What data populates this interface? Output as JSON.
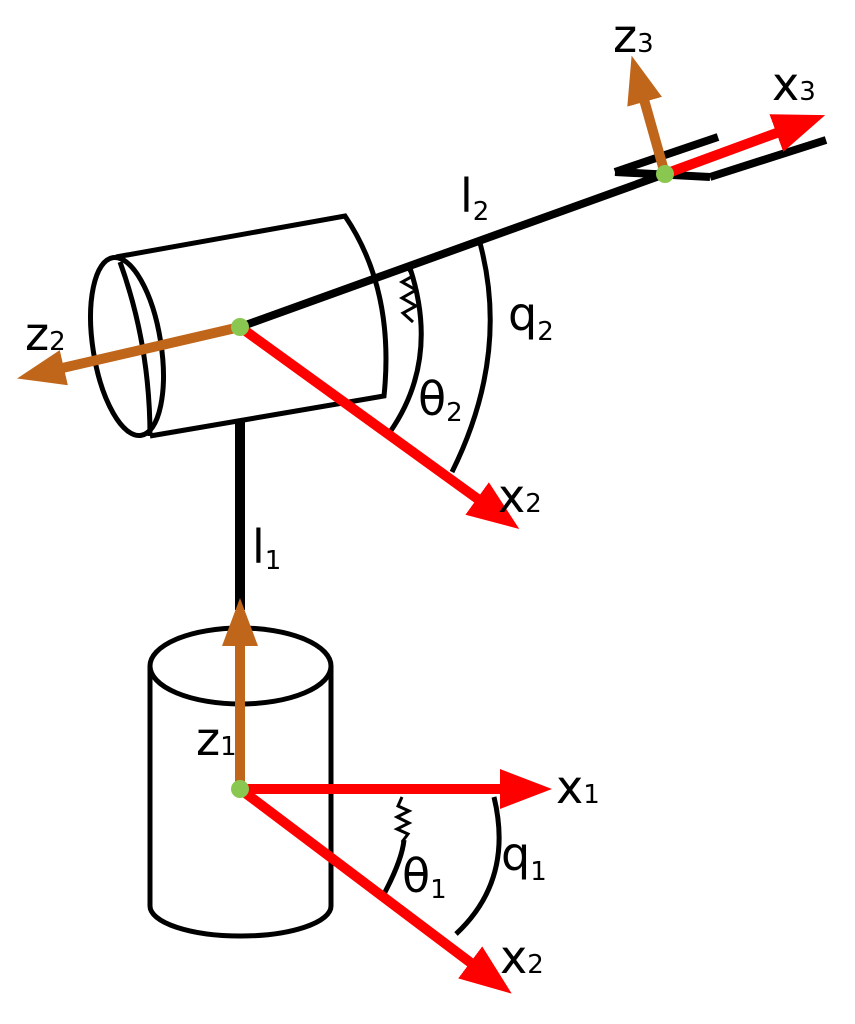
{
  "colors": {
    "background": "#ffffff",
    "link": "#000000",
    "x_axis": "#ff0000",
    "z_axis": "#c0661a",
    "joint": "#8ac750"
  },
  "labels": {
    "z3": {
      "main": "z",
      "sub": "3"
    },
    "x3": {
      "main": "x",
      "sub": "3"
    },
    "l2": {
      "main": "l",
      "sub": "2"
    },
    "z2": {
      "main": "z",
      "sub": "2"
    },
    "q2": {
      "main": "q",
      "sub": "2"
    },
    "theta2": {
      "main": "θ",
      "sub": "2"
    },
    "x2_upper": {
      "main": "x",
      "sub": "2"
    },
    "l1": {
      "main": "l",
      "sub": "1"
    },
    "z1": {
      "main": "z",
      "sub": "1"
    },
    "x1": {
      "main": "x",
      "sub": "1"
    },
    "theta1": {
      "main": "θ",
      "sub": "1"
    },
    "q1": {
      "main": "q",
      "sub": "1"
    },
    "x2_lower": {
      "main": "x",
      "sub": "2"
    }
  }
}
